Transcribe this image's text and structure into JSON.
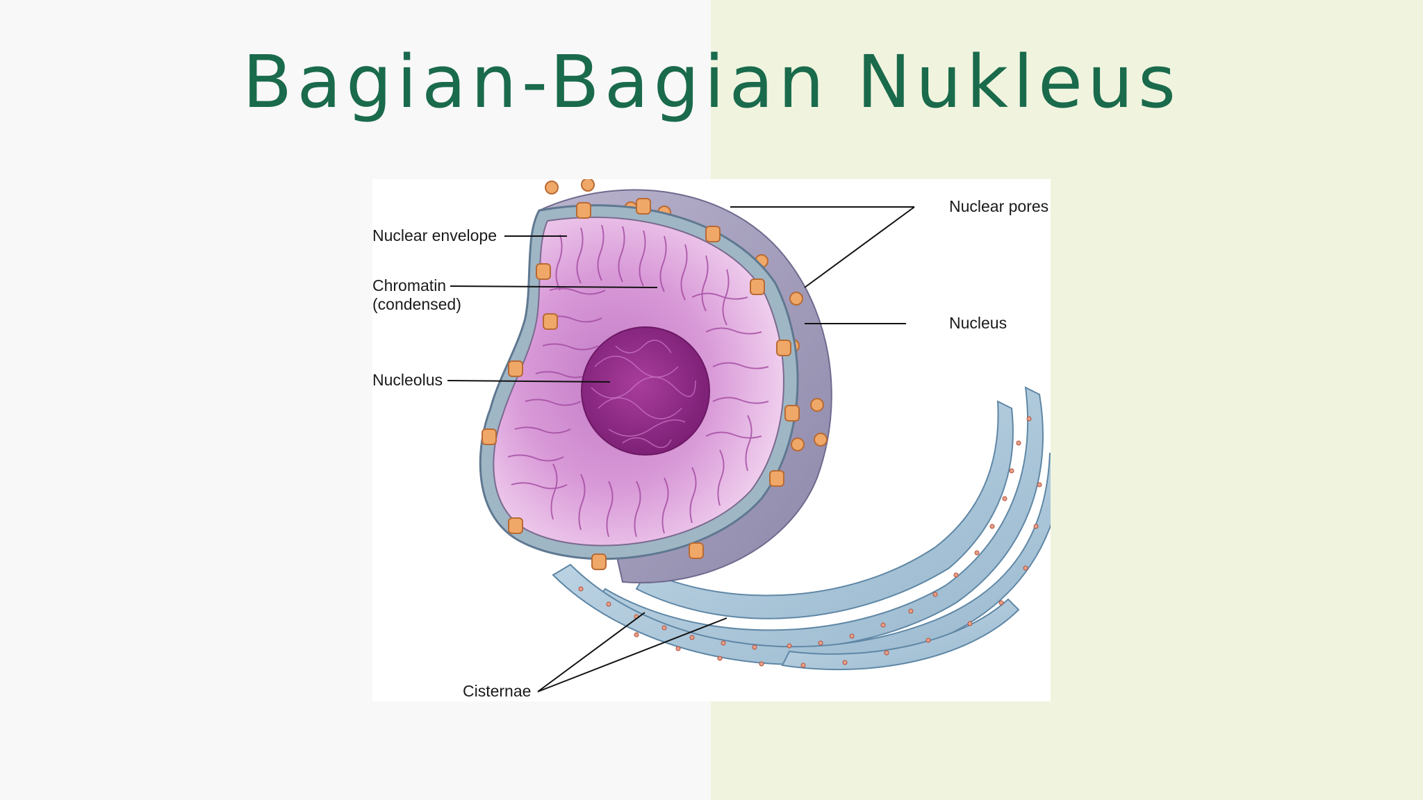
{
  "slide": {
    "title": "Bagian-Bagian Nukleus"
  },
  "diagram": {
    "labels": {
      "nuclear_envelope": "Nuclear envelope",
      "chromatin_line1": "Chromatin",
      "chromatin_line2": "(condensed)",
      "nucleolus": "Nucleolus",
      "nuclear_pores": "Nuclear pores",
      "nucleus": "Nucleus",
      "cisternae": "Cisternae"
    }
  },
  "colors": {
    "title": "#1a6a4c",
    "background_left": "#f8f8f8",
    "background_right": "#f0f4de",
    "nucleoplasm": "#d78fd6",
    "nucleolus": "#9a2e8e",
    "envelope": "#8fa7b8",
    "er_membrane": "#a9c3d6",
    "pore": "#f0a868"
  }
}
